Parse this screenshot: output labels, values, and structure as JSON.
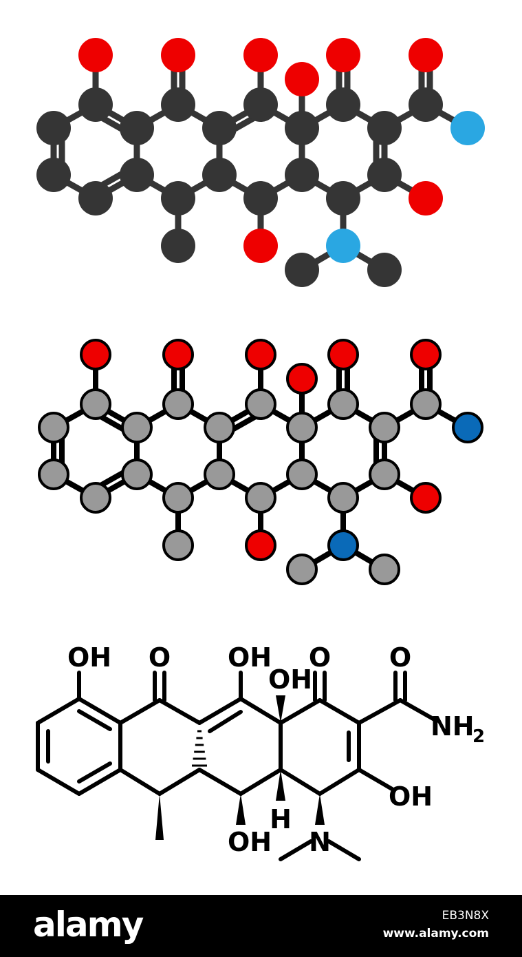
{
  "colors": {
    "carbon_dark": "#353535",
    "oxygen_red": "#ee0000",
    "nitrogen_light": "#2aa7e2",
    "carbon_gray": "#999999",
    "nitrogen_dark": "#0a6ab8",
    "outline": "#000000",
    "footer_bg": "#000000",
    "footer_text": "#ffffff"
  },
  "formula_labels": [
    {
      "id": "oh-1",
      "text": "OH"
    },
    {
      "id": "o-2",
      "text": "O"
    },
    {
      "id": "oh-3",
      "text": "OH"
    },
    {
      "id": "o-4",
      "text": "O"
    },
    {
      "id": "o-5",
      "text": "O"
    },
    {
      "id": "oh-6",
      "text": "OH"
    },
    {
      "id": "nh-7",
      "text": "NH"
    },
    {
      "id": "sub-2",
      "text": "2"
    },
    {
      "id": "oh-8",
      "text": "OH"
    },
    {
      "id": "h-9",
      "text": "H"
    },
    {
      "id": "oh-10",
      "text": "OH"
    },
    {
      "id": "n-11",
      "text": "N"
    }
  ],
  "footer": {
    "brand": "alamy",
    "image_id": "EB3N8X",
    "site": "www.alamy.com"
  }
}
